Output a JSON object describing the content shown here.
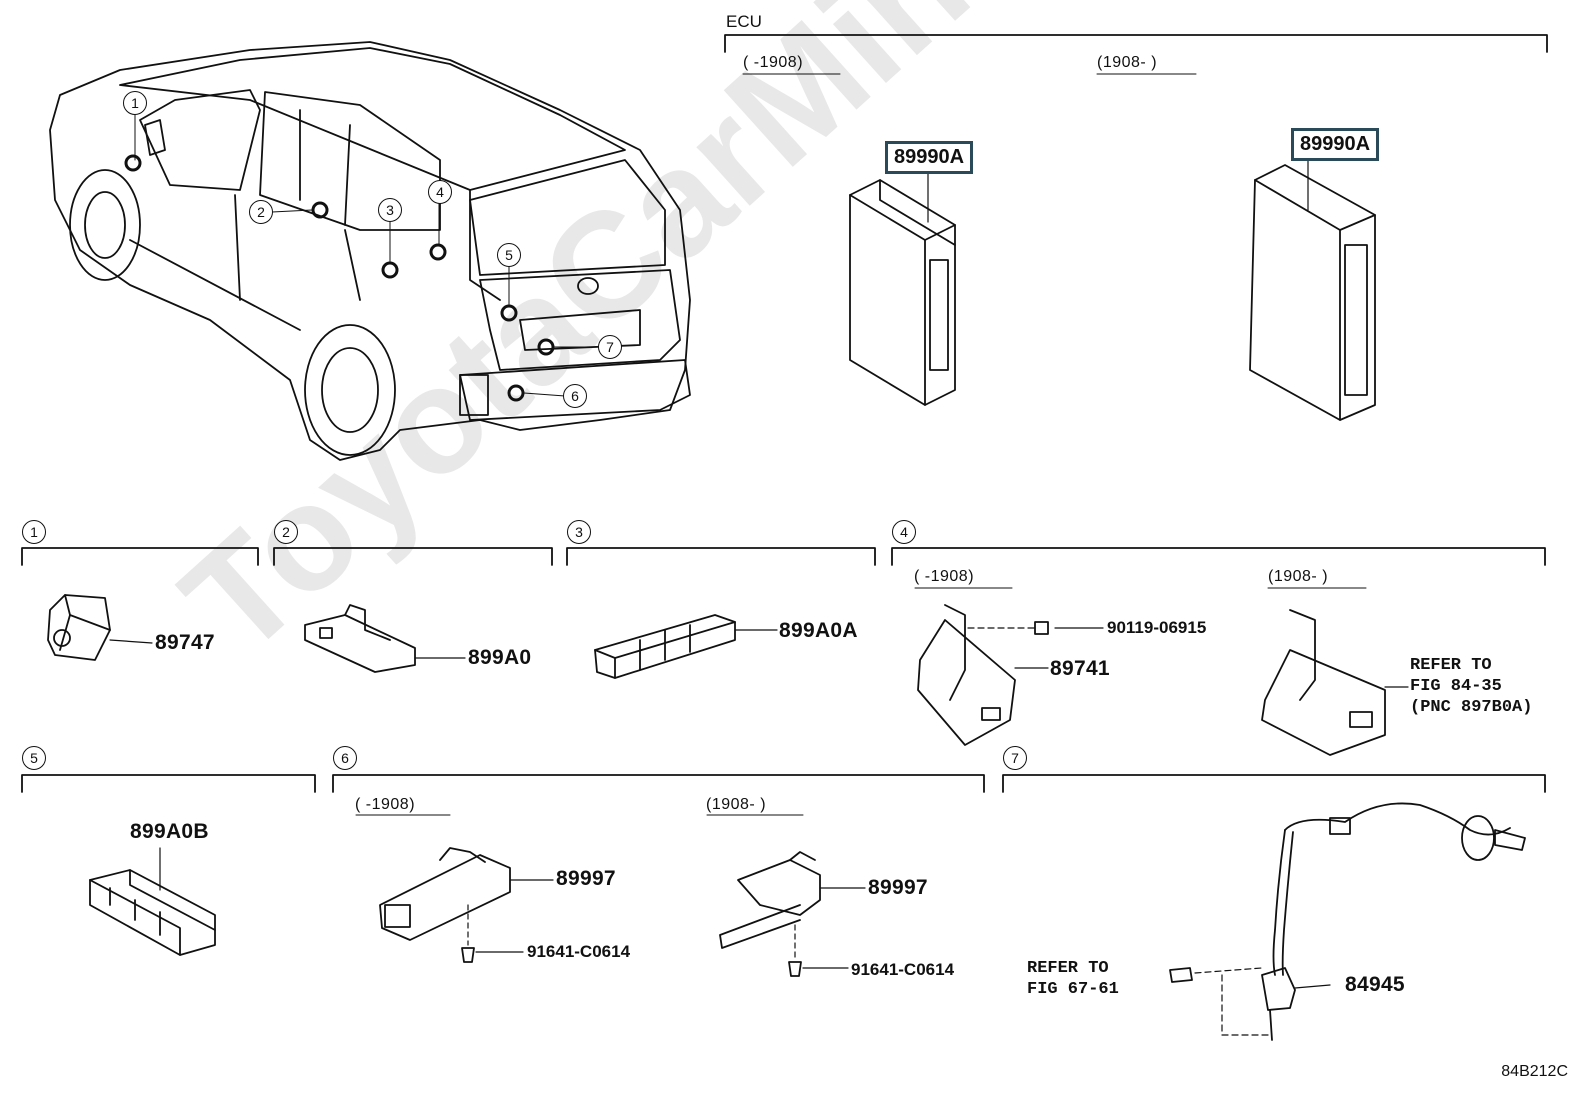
{
  "watermark": "ToyotaCarMine.ru",
  "diagram_code": "84B212C",
  "ecu": {
    "title": "ECU",
    "range_left": "(     -1908)",
    "range_right": "(1908-     )",
    "part_left": "89990A",
    "part_right": "89990A"
  },
  "callouts": [
    "1",
    "2",
    "3",
    "4",
    "5",
    "6",
    "7"
  ],
  "sections": {
    "s1": {
      "num": "1",
      "part": "89747"
    },
    "s2": {
      "num": "2",
      "part": "899A0"
    },
    "s3": {
      "num": "3",
      "part": "899A0A"
    },
    "s4": {
      "num": "4",
      "range_left": "(     -1908)",
      "range_right": "(1908-     )",
      "bolt": "90119-06915",
      "part": "89741",
      "refer": "REFER TO\nFIG 84-35\n(PNC 897B0A)"
    },
    "s5": {
      "num": "5",
      "part": "899A0B"
    },
    "s6": {
      "num": "6",
      "range_left": "(     -1908)",
      "range_right": "(1908-     )",
      "part_left": "89997",
      "screw_left": "91641-C0614",
      "part_right": "89997",
      "screw_right": "91641-C0614"
    },
    "s7": {
      "num": "7",
      "refer": "REFER TO\nFIG 67-61",
      "part": "84945"
    }
  }
}
